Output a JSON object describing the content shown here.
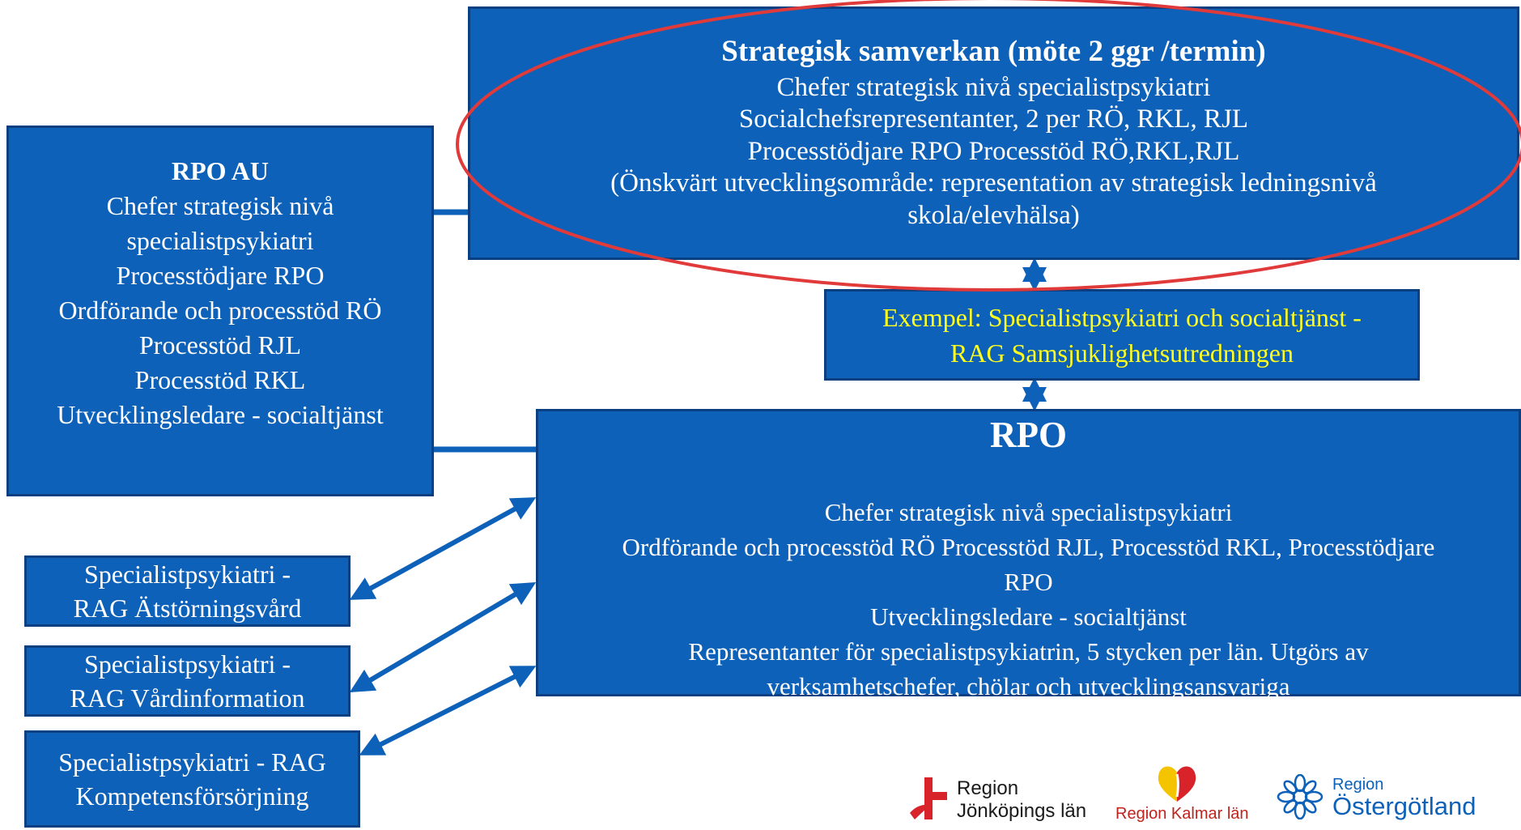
{
  "strategic": {
    "title": "Strategisk samverkan (möte 2 ggr /termin)",
    "lines": [
      "Chefer strategisk nivå specialistpsykiatri",
      "Socialchefsrepresentanter, 2 per RÖ, RKL, RJL",
      "Processtödjare RPO Processtöd RÖ,RKL,RJL",
      "(Önskvärt utvecklingsområde: representation av strategisk ledningsnivå",
      "skola/elevhälsa)"
    ]
  },
  "rpo_au": {
    "title": "RPO AU",
    "lines": [
      "Chefer strategisk nivå",
      "specialistpsykiatri",
      "Processtödjare RPO",
      "Ordförande och processtöd RÖ",
      "Processtöd RJL",
      "Processtöd RKL",
      "Utvecklingsledare - socialtjänst"
    ]
  },
  "example": {
    "lines": [
      "Exempel: Specialistpsykiatri och socialtjänst -",
      "RAG Samsjuklighetsutredningen"
    ]
  },
  "rpo": {
    "title": "RPO",
    "lines": [
      "Chefer strategisk nivå specialistpsykiatri",
      "Ordförande och processtöd RÖ Processtöd RJL, Processtöd RKL, Processtödjare",
      "RPO",
      "Utvecklingsledare - socialtjänst",
      "Representanter för specialistpsykiatrin, 5 stycken per län. Utgörs av",
      "verksamhetschefer, chölar och utvecklingsansvariga"
    ]
  },
  "rag_groups": [
    {
      "lines": [
        "Specialistpsykiatri -",
        "RAG Ätstörningsvård"
      ]
    },
    {
      "lines": [
        "Specialistpsykiatri -",
        "RAG Vårdinformation"
      ]
    },
    {
      "lines": [
        "Specialistpsykiatri - RAG",
        "Kompetensförsörjning"
      ]
    }
  ],
  "logos": {
    "rjl": {
      "line1": "Region",
      "line2": "Jönköpings län"
    },
    "rkl": {
      "text": "Region Kalmar län"
    },
    "rog": {
      "line1": "Region",
      "line2": "Östergötland"
    }
  },
  "colors": {
    "box_fill": "#0e61b8",
    "box_border": "#0a3f82",
    "highlight_ellipse": "#e03a3a",
    "example_text": "#ffff1f",
    "connector": "#0e61b8"
  }
}
